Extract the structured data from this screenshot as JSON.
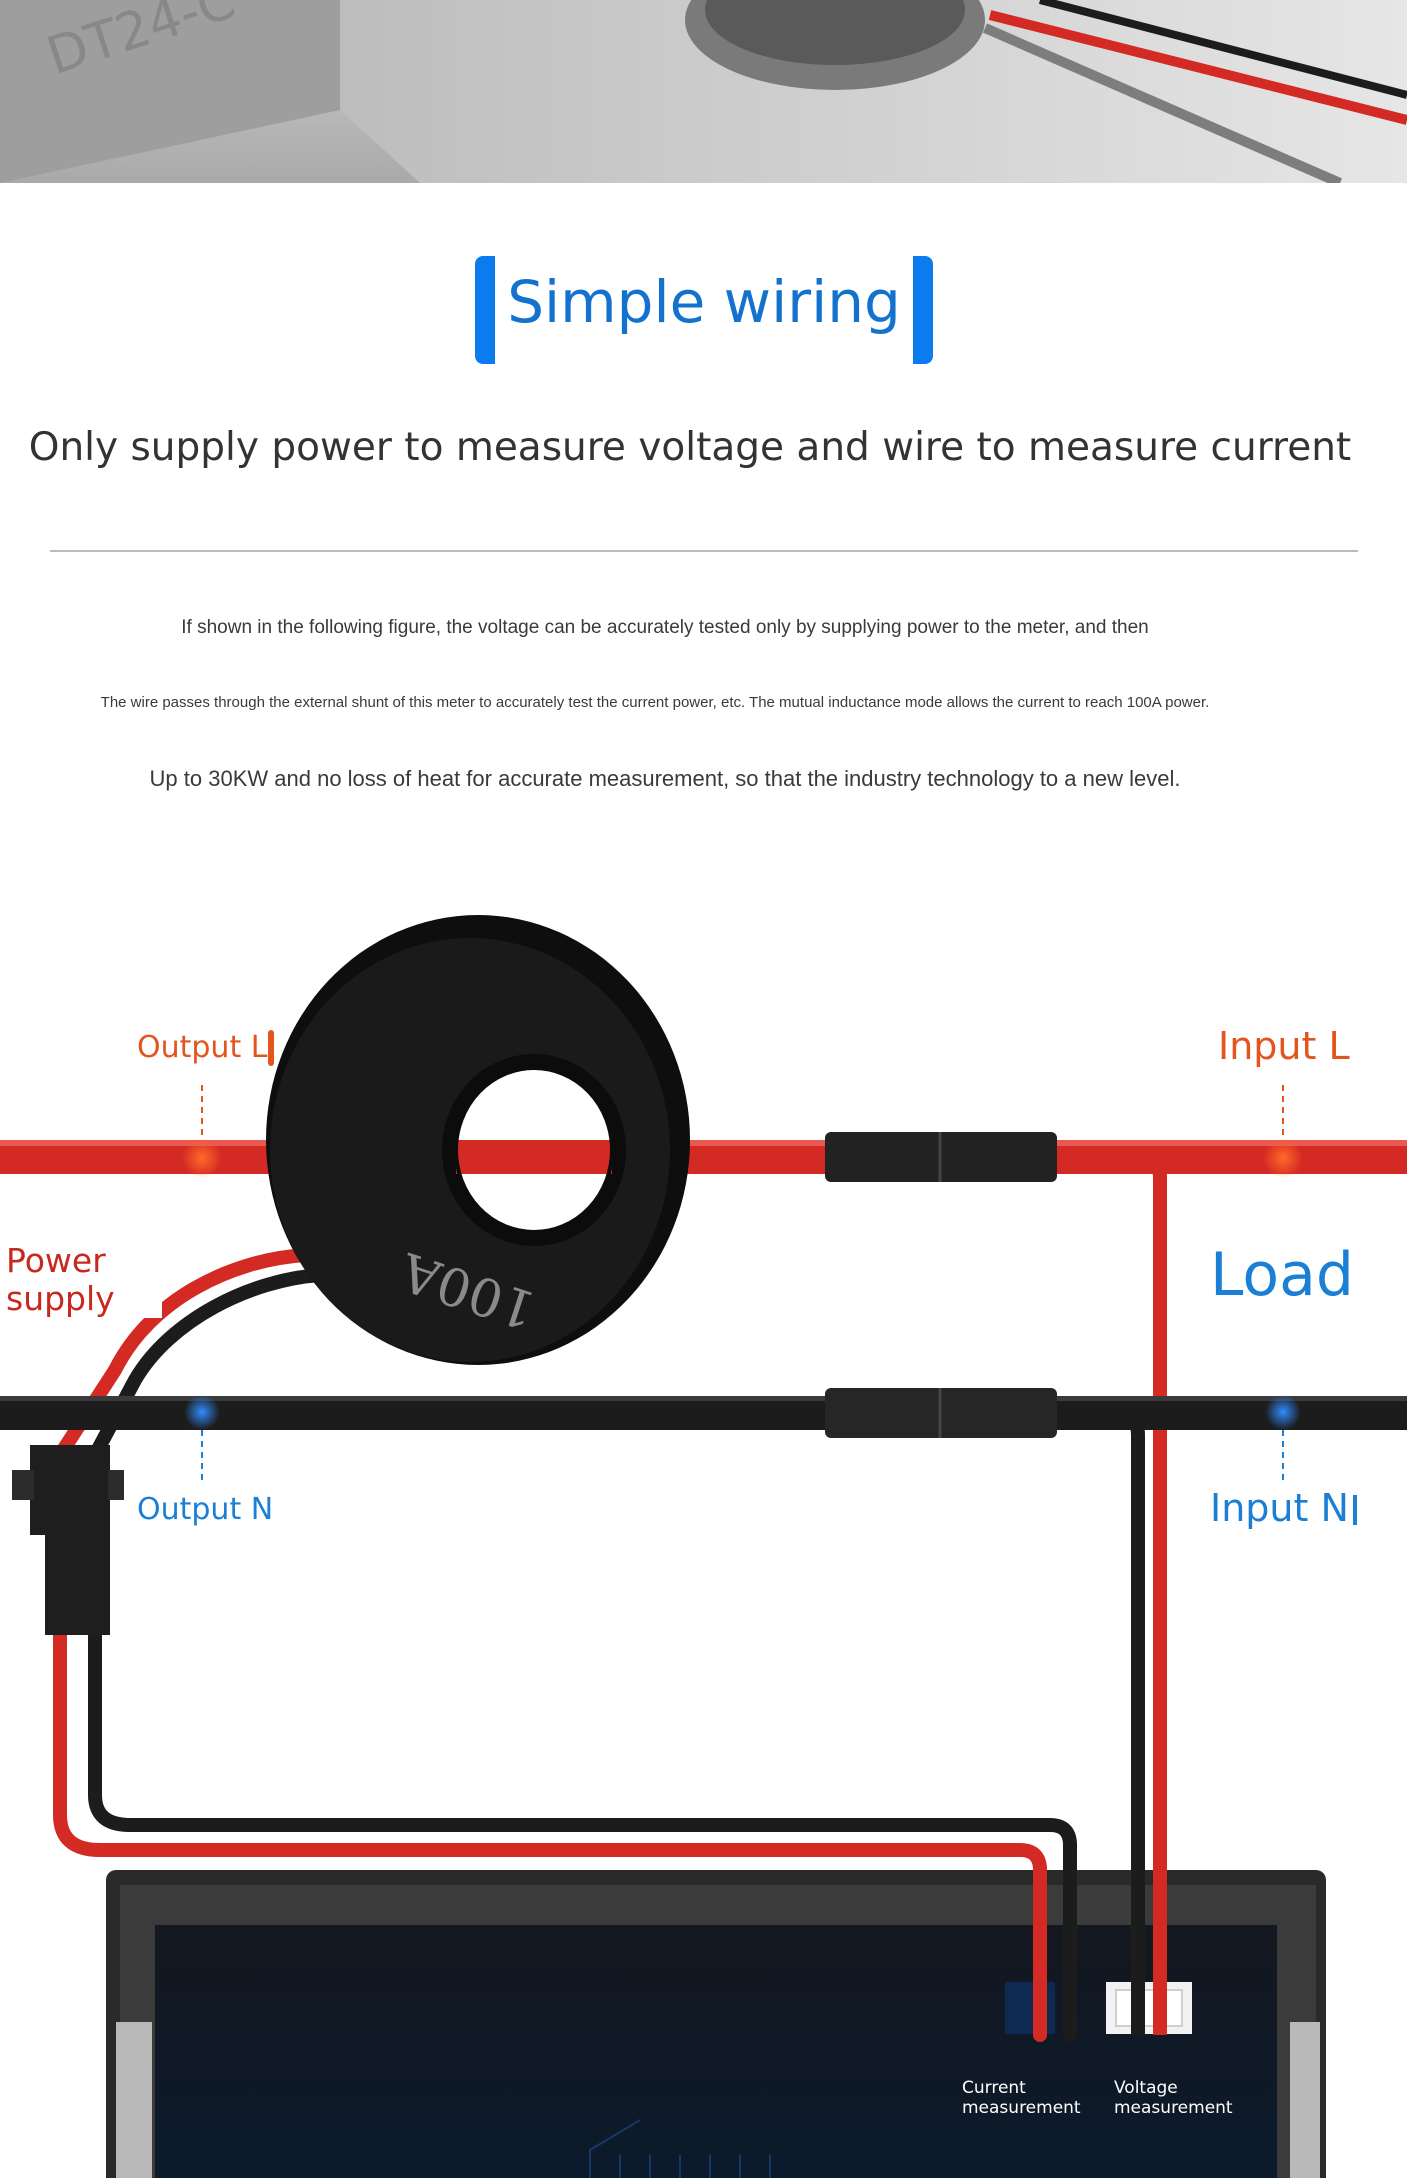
{
  "top_photo": {
    "engraved_text": "DT24-C"
  },
  "heading": "Simple wiring",
  "subtitle": "Only supply power to measure voltage and wire to measure current",
  "paragraphs": [
    "If shown in the following figure, the voltage can be accurately tested only by supplying power to the meter, and then",
    "The wire passes through the external shunt of this meter to accurately test the current power, etc. The mutual inductance mode allows the current to reach 100A power.",
    "Up to 30KW and no loss of heat for accurate measurement, so that the industry technology to a new level."
  ],
  "diagram": {
    "output_l": "Output L",
    "input_l": "Input L",
    "power_supply": [
      "Power",
      "supply"
    ],
    "load": "Load",
    "output_n": "Output N",
    "input_n": "Input N",
    "ct_label": "100A",
    "current_measurement": [
      "Current",
      "measurement"
    ],
    "voltage_measurement": [
      "Voltage",
      "measurement"
    ]
  },
  "colors": {
    "accent_blue": "#1472cf",
    "bracket_blue": "#0a7cf0",
    "live_wire": "#d42a24",
    "neutral_wire": "#1c1c1c",
    "label_orange": "#e2551d"
  }
}
